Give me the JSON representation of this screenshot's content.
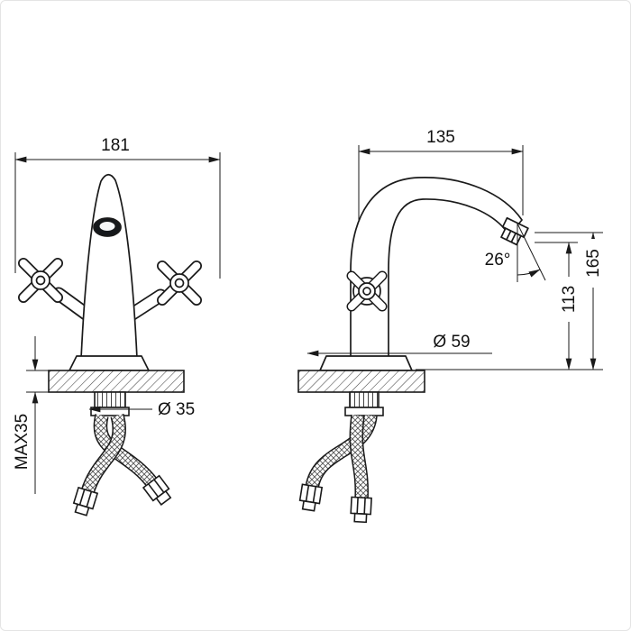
{
  "canvas": {
    "background": "#ffffff",
    "line_color": "#1a1a1a",
    "frame_border": "#e4e4e4"
  },
  "drawing": {
    "dimensions": {
      "overall_width": "181",
      "spout_reach": "135",
      "spout_angle": "26°",
      "total_height": "165",
      "spout_height": "113",
      "base_diameter": "Ø 59",
      "shank_diameter": "Ø 35",
      "max_deck_thickness": "MAX35"
    }
  }
}
